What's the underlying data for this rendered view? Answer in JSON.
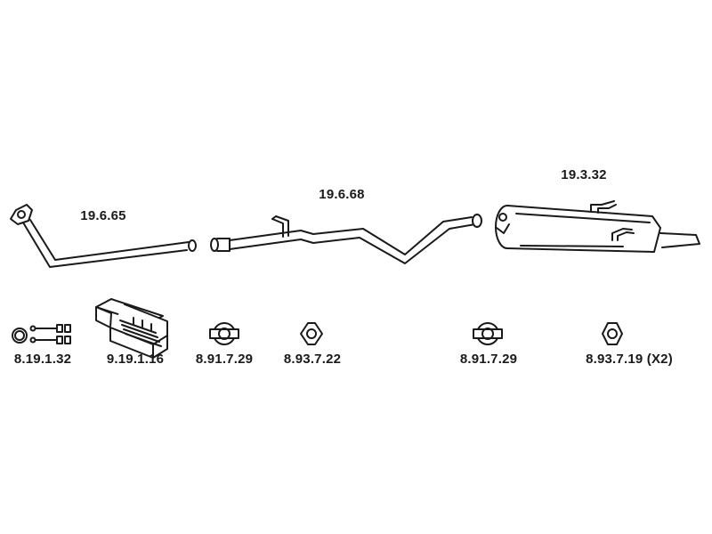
{
  "colors": {
    "line": "#1a1a1a",
    "fill": "#ffffff",
    "shade": "#d9d9d9"
  },
  "parts": [
    {
      "id": "front_pipe",
      "code": "19.6.65",
      "icon": "front-pipe-icon"
    },
    {
      "id": "center_pipe",
      "code": "19.6.68",
      "icon": "center-pipe-icon"
    },
    {
      "id": "rear_silencer",
      "code": "19.3.32",
      "icon": "rear-silencer-icon"
    }
  ],
  "fittings": [
    {
      "id": "ring",
      "code": "8.19.1.32",
      "icon": "gasket-ring-icon"
    },
    {
      "id": "kit",
      "code": "9.19.1.16",
      "icon": "mounting-kit-box-icon"
    },
    {
      "id": "clamp_1",
      "code": "8.91.7.29",
      "icon": "pipe-clamp-icon"
    },
    {
      "id": "flange_1",
      "code": "8.93.7.22",
      "icon": "flange-gasket-icon"
    },
    {
      "id": "clamp_2",
      "code": "8.91.7.29",
      "icon": "pipe-clamp-icon"
    },
    {
      "id": "flange_2",
      "code": "8.93.7.19 (X2)",
      "icon": "flange-gasket-icon"
    }
  ]
}
